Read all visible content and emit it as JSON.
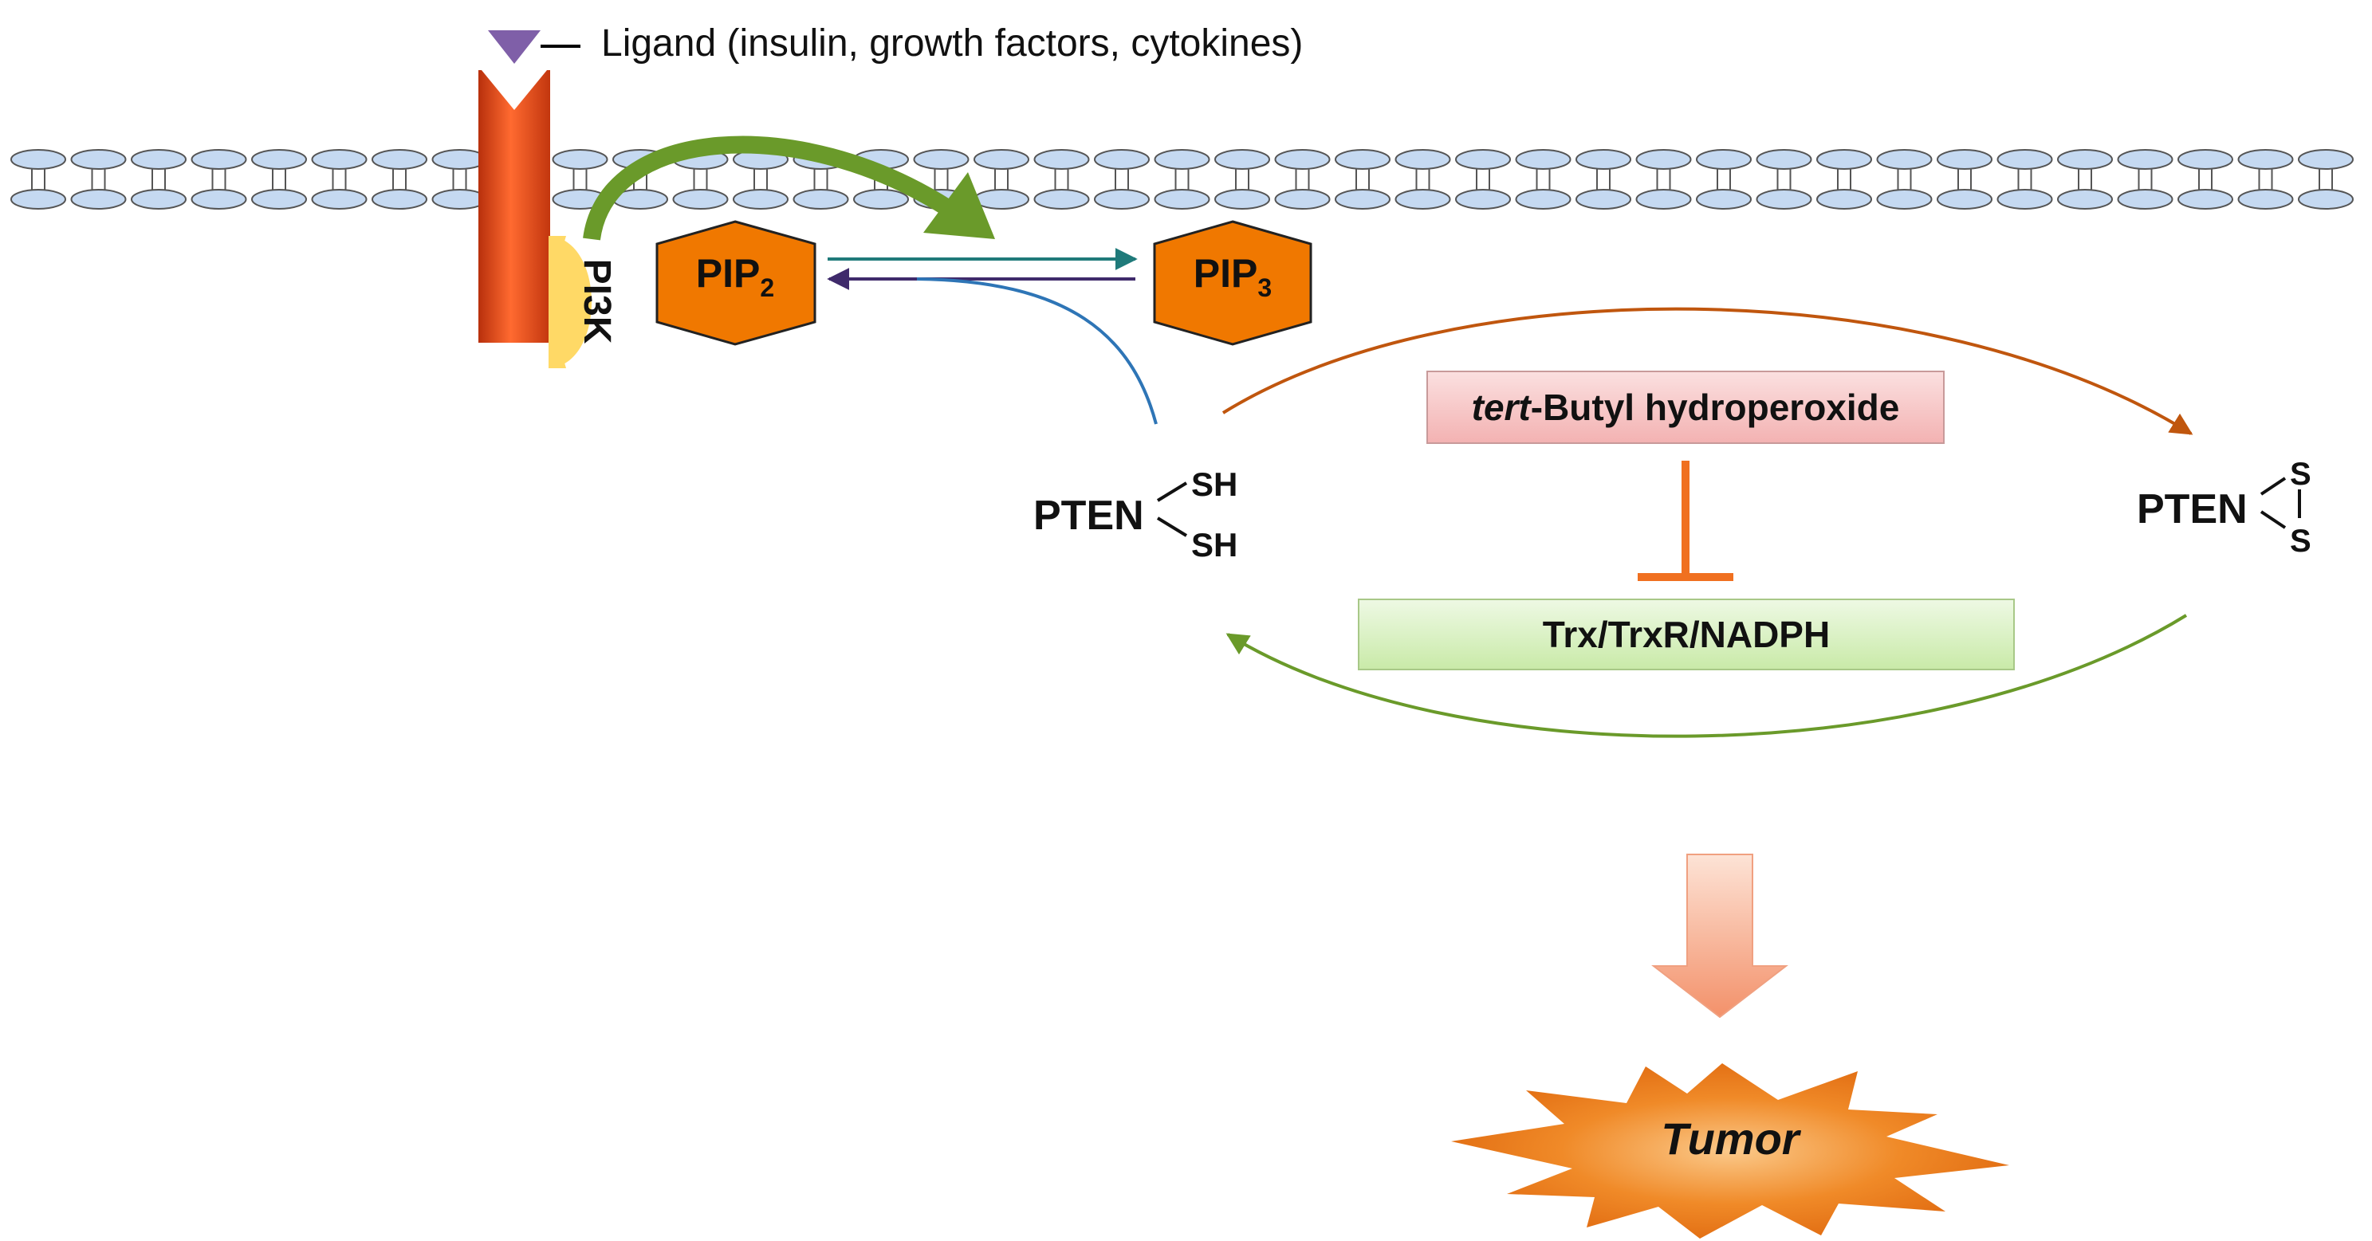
{
  "ligand_label": "Ligand (insulin, growth factors, cytokines)",
  "pi3k_label": "PI3K",
  "pip2": {
    "base": "PIP",
    "sub": "2"
  },
  "pip3": {
    "base": "PIP",
    "sub": "3"
  },
  "pten_reduced": {
    "name": "PTEN",
    "top": "SH",
    "bottom": "SH"
  },
  "pten_oxidized": {
    "name": "PTEN",
    "top": "S",
    "bottom": "S"
  },
  "oxidant": {
    "italic": "tert",
    "rest": "-Butyl hydroperoxide"
  },
  "reductase": "Trx/TrxR/NADPH",
  "outcome": "Tumor",
  "colors": {
    "receptor": "#e8461c",
    "pi3k": "#ffd966",
    "hexagon": "#f07800",
    "membrane": "#c5d9f1",
    "green_arrow": "#6a9a2a",
    "brown_arrow": "#c0560e",
    "teal_arrow": "#1f7a7a",
    "purple_arrow": "#3f2a6b",
    "blue_arrow": "#2e75b6",
    "inhibit": "#f07020",
    "oxidant_box": "#f6c6c6",
    "reductase_box": "#d8f0c0"
  }
}
